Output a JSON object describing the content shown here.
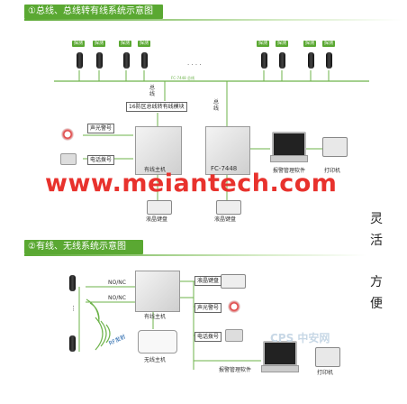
{
  "section1": {
    "title": "①总线、总线转有线系统示意图",
    "group_tags": [
      "探测",
      "探测",
      "探测",
      "探测",
      "探测",
      "探测",
      "探测",
      "探测"
    ],
    "bus_label": "FC-7448 总线",
    "dots": ". . . .",
    "bus_vertical_label": "总线",
    "converter_label": "16防区总线转有线模块",
    "siren_label": "声光警号",
    "phone_label": "电话拨号",
    "panel_left_label": "有线主机",
    "panel_right_label": "FC-7448",
    "kp_left_label": "液晶键盘",
    "kp_right_label": "液晶键盘",
    "software_label": "报警管理软件",
    "printer_label": "打印机"
  },
  "watermark": "www.meiantech.com",
  "calligraphy": [
    "灵",
    "活",
    "方",
    "便"
  ],
  "section2": {
    "title": "②有线、无线系统示意图",
    "nonc_1": "NO/NC",
    "nonc_2": "NO/NC",
    "rf_label": "RF发射",
    "wired_panel_label": "有线主机",
    "wireless_panel_label": "无线主机",
    "lcd_keypad_label": "液晶键盘",
    "siren_label": "声光警号",
    "phone_label": "电话拨号",
    "software_label": "报警管理软件",
    "printer_label": "打印机",
    "cps_logo": "CPS 中安网"
  }
}
